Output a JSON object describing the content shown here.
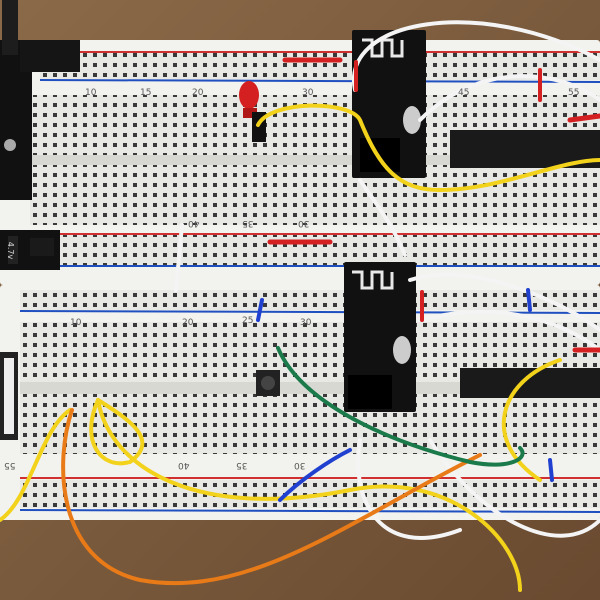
{
  "top_board": {
    "column_numbers": [
      "10",
      "15",
      "20",
      "30",
      "45",
      "55"
    ],
    "rotated_numbers": [
      "40",
      "35",
      "30"
    ]
  },
  "bottom_board": {
    "column_numbers": [
      "10",
      "20",
      "25",
      "30"
    ],
    "rotated_numbers": [
      "55",
      "40",
      "35",
      "30"
    ]
  },
  "power_module": {
    "label": "4.7v"
  }
}
